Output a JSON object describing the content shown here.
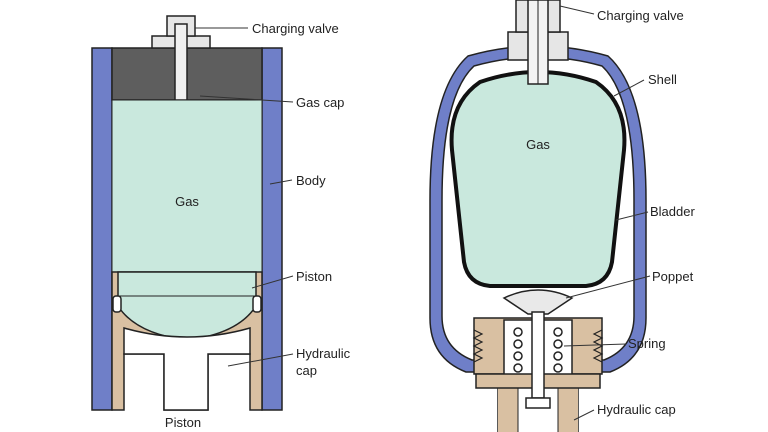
{
  "colors": {
    "body_blue": "#6f7fc8",
    "gas_green": "#c9e8dd",
    "cap_gray": "#5e5e5e",
    "hydraulic_tan": "#d9c0a2",
    "outline": "#222222",
    "leader": "#333333"
  },
  "piston_accumulator": {
    "labels": {
      "charging_valve": "Charging valve",
      "gas_cap": "Gas cap",
      "body": "Body",
      "gas": "Gas",
      "piston": "Piston",
      "hydraulic_cap_line1": "Hydraulic",
      "hydraulic_cap_line2": "cap",
      "bottom_caption": "Piston"
    }
  },
  "bladder_accumulator": {
    "labels": {
      "charging_valve": "Charging valve",
      "shell": "Shell",
      "gas": "Gas",
      "bladder": "Bladder",
      "poppet": "Poppet",
      "spring": "Spring",
      "hydraulic_cap": "Hydraulic cap"
    }
  }
}
